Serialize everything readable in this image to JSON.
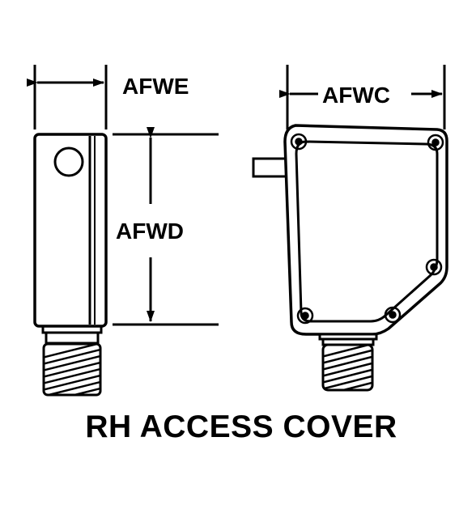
{
  "labels": {
    "width_side": "AFWE",
    "height_side": "AFWD",
    "width_front": "AFWC"
  },
  "caption": "RH ACCESS COVER",
  "colors": {
    "ink": "#000000",
    "paper": "#ffffff"
  }
}
